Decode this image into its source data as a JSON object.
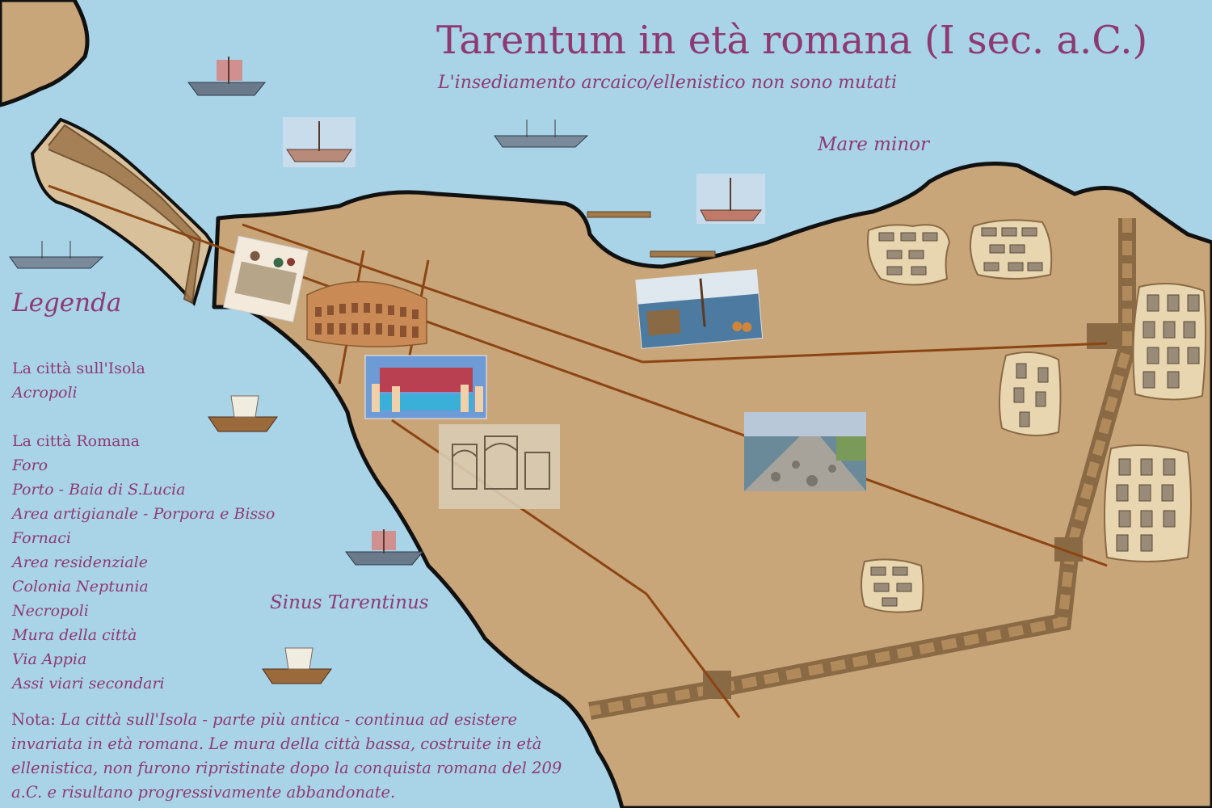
{
  "title": "Tarentum in età romana (I sec. a.C.)",
  "subtitle": "L'insediamento arcaico/ellenistico non sono mutati",
  "seas": {
    "mare_minor": "Mare minor",
    "sinus": "Sinus Tarentinus"
  },
  "legend": {
    "title": "Legenda",
    "items": [
      {
        "label": "La città sull'Isola",
        "style": "normal"
      },
      {
        "label": "Acropoli",
        "style": "italic"
      },
      {
        "label": "",
        "style": "normal"
      },
      {
        "label": "La città Romana",
        "style": "normal"
      },
      {
        "label": "Foro",
        "style": "italic"
      },
      {
        "label": "Porto - Baia di S.Lucia",
        "style": "italic"
      },
      {
        "label": "Area artigianale - Porpora e Bisso",
        "style": "italic"
      },
      {
        "label": "Fornaci",
        "style": "italic"
      },
      {
        "label": "Area residenziale",
        "style": "italic"
      },
      {
        "label": "Colonia Neptunia",
        "style": "italic"
      },
      {
        "label": "Necropoli",
        "style": "italic"
      },
      {
        "label": "Mura della città",
        "style": "italic"
      },
      {
        "label": "Via Appia",
        "style": "italic"
      },
      {
        "label": "Assi viari secondari",
        "style": "italic"
      }
    ]
  },
  "note": {
    "label": "Nota:",
    "text": "La città sull'Isola - parte più antica - continua ad esistere invariata in età romana. Le mura della città bassa, costruite in età ellenistica, non furono ripristinate dopo la conquista romana del 209 a.C. e risultano progressivamente abbandonate."
  },
  "colors": {
    "sea": "#a9d4e8",
    "land": "#c9a57a",
    "road": "#8b4513",
    "text": "#8e3a72",
    "wall": "#8a6a44"
  },
  "icons": [
    "ship-icon",
    "colosseum-icon",
    "forum-illustration",
    "harbor-illustration",
    "baths-illustration",
    "ruins-illustration",
    "via-appia-photo",
    "residential-block-icon"
  ]
}
